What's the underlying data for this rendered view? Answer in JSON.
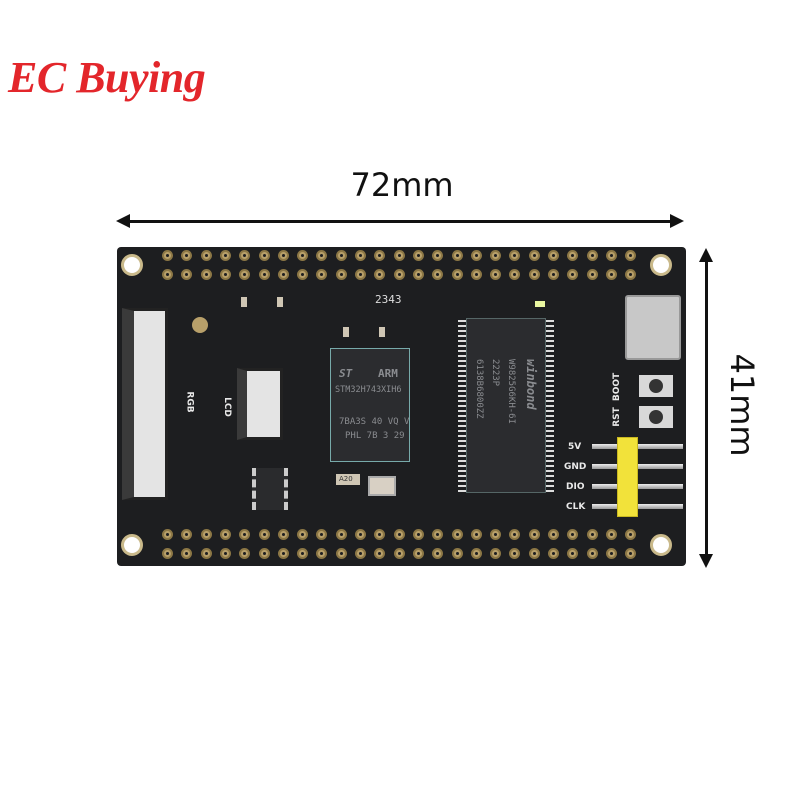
{
  "brand": {
    "logo": "EC Buying",
    "color": "#e3262b"
  },
  "dimensions": {
    "width": "72mm",
    "height": "41mm"
  },
  "board": {
    "color": "#1d1e20",
    "board_code": "2343",
    "silkscreen": {
      "rgb": "RGB",
      "lcd": "LCD",
      "boot": "BOOT",
      "rst": "RST",
      "pins": [
        "5V",
        "GND",
        "DIO",
        "CLK"
      ]
    },
    "mcu": {
      "logo": "ST",
      "arm": "ARM",
      "part": "STM32H743XIH6",
      "line2": "7BA3S 40 VQ V",
      "line3": "PHL 7B 3 29"
    },
    "sdram": {
      "brand": "winbond",
      "part": "W9825G6KH-6I",
      "line2": "2223P",
      "line3": "6138B6800ZZ"
    },
    "crystal": "A20"
  }
}
